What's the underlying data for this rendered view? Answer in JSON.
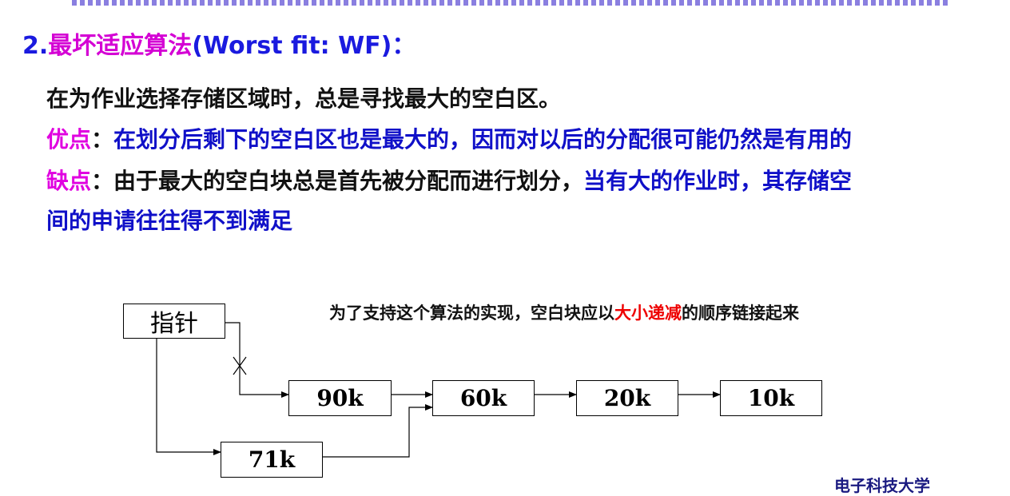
{
  "title": {
    "number": "2.",
    "name": "最坏适应算法",
    "english": "(Worst fit: WF)："
  },
  "description": {
    "line1": "在为作业选择存储区域时，总是寻找最大的空白区。",
    "advantage_label": "优点",
    "colon": "：",
    "advantage_text": "在划分后剩下的空白区也是最大的，因而对以后的分配很可能仍然是有用的",
    "disadvantage_label": "缺点",
    "disadvantage_text": "由于最大的空白块总是首先被分配而进行划分，",
    "disadvantage_text_blue": "当有大的作业时，其存储空",
    "disadvantage_cont": "间的申请往往得不到满足"
  },
  "note": {
    "before": "为了支持这个算法的实现，空白块应以",
    "highlight": "大小递减",
    "after": "的顺序链接起来"
  },
  "diagram": {
    "pointer": "指针",
    "blocks": [
      "90k",
      "60k",
      "20k",
      "10k"
    ],
    "new_block": "71k"
  },
  "footer": {
    "school": "电子科技大学"
  },
  "colors": {
    "title_blue": "#1a1adf",
    "highlight_pink": "#e000e0",
    "text_blue": "#1010c8",
    "red": "#ee0000"
  }
}
